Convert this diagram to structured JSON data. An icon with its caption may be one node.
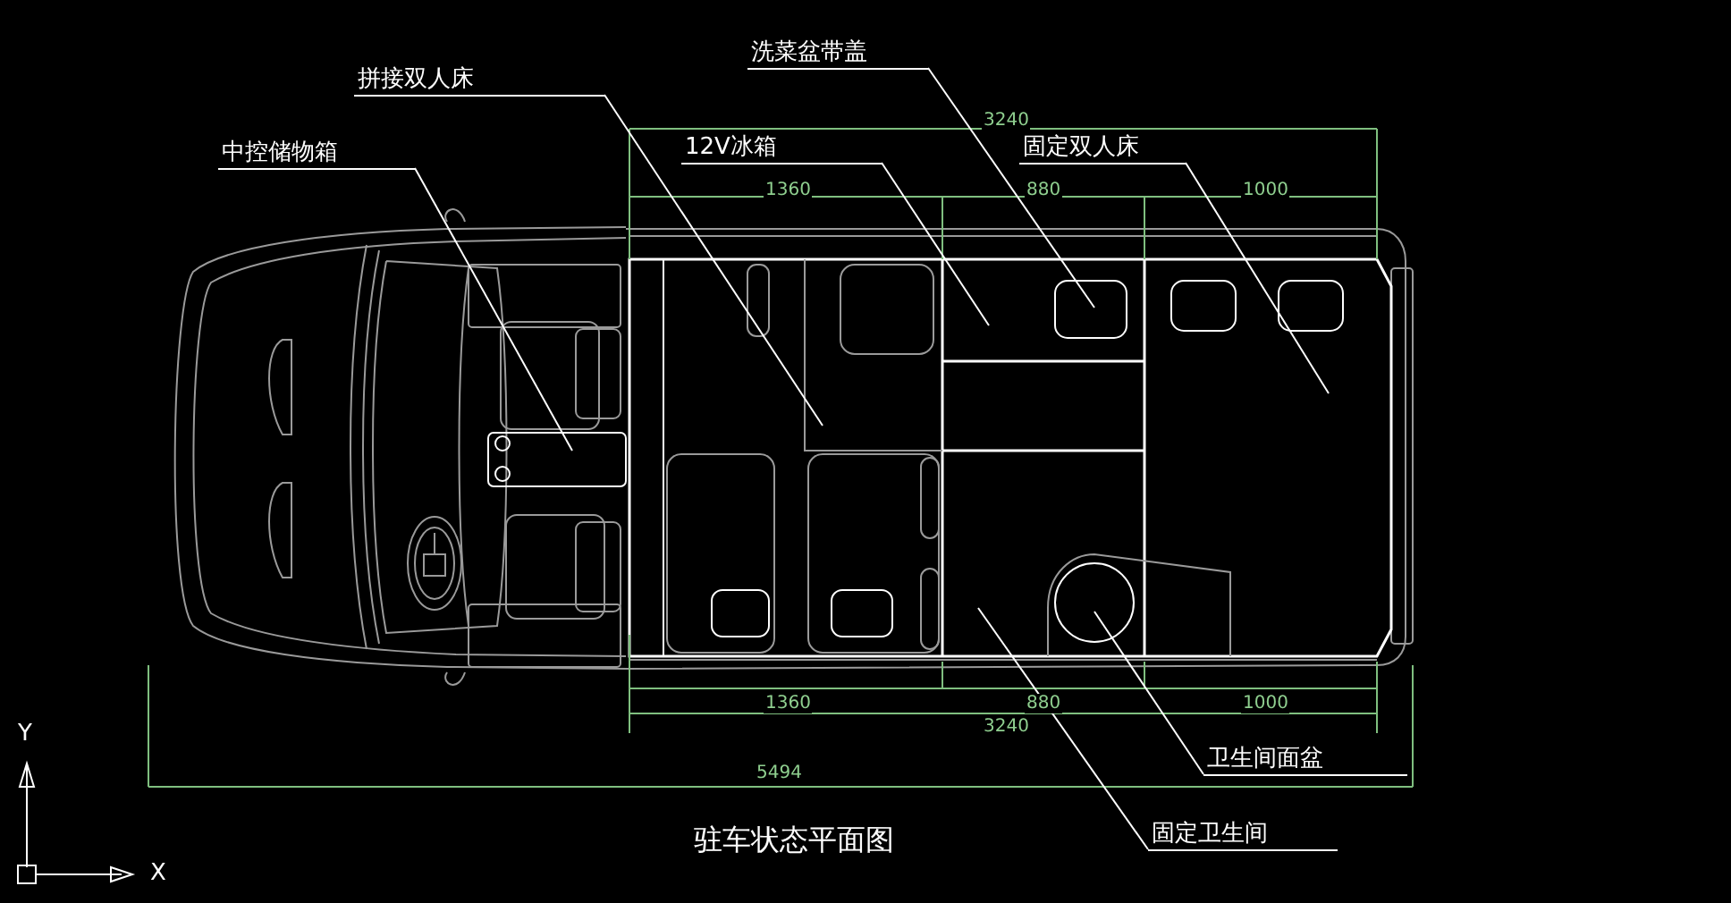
{
  "diagram": {
    "title": "驻车状态平面图",
    "nodes": [
      {
        "text": [
          "中控储物箱"
        ]
      },
      {
        "text": [
          "拼接双人床"
        ]
      },
      {
        "text": [
          "12V冰箱"
        ]
      },
      {
        "text": [
          "洗菜盆带盖"
        ]
      },
      {
        "text": [
          "固定双人床"
        ]
      },
      {
        "text": [
          "卫生间面盆"
        ]
      },
      {
        "text": [
          "固定卫生间"
        ]
      }
    ],
    "edges": [
      {
        "from": 0,
        "to": null,
        "arrow": "none"
      },
      {
        "from": 1,
        "to": null,
        "arrow": "none"
      },
      {
        "from": 2,
        "to": null,
        "arrow": "none"
      },
      {
        "from": 3,
        "to": null,
        "arrow": "none"
      },
      {
        "from": 4,
        "to": null,
        "arrow": "none"
      },
      {
        "from": 5,
        "to": null,
        "arrow": "none"
      },
      {
        "from": 6,
        "to": null,
        "arrow": "none"
      }
    ],
    "labels": [
      "3240",
      "1360",
      "880",
      "1000",
      "1360",
      "880",
      "1000",
      "3240",
      "5494",
      "Y",
      "X"
    ]
  }
}
